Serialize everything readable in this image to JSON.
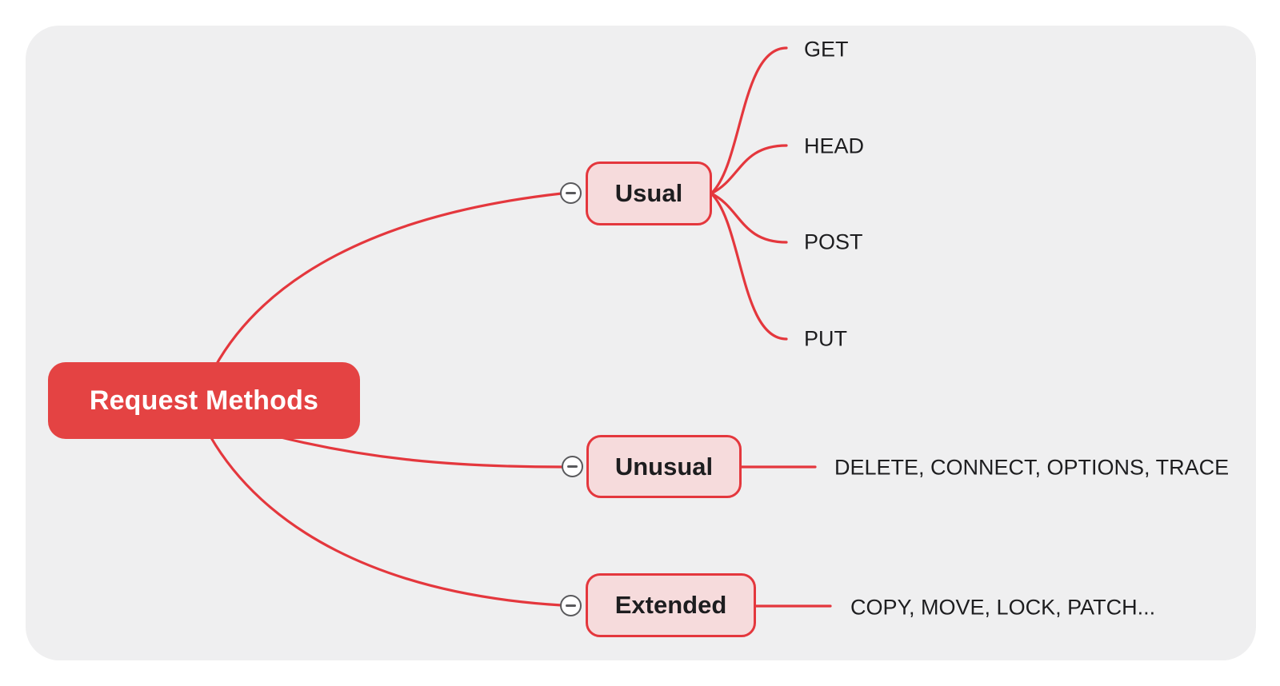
{
  "diagram": {
    "root": {
      "label": "Request Methods"
    },
    "branches": [
      {
        "label": "Usual",
        "children": [
          "GET",
          "HEAD",
          "POST",
          "PUT"
        ]
      },
      {
        "label": "Unusual",
        "children": [
          "DELETE, CONNECT, OPTIONS, TRACE"
        ]
      },
      {
        "label": "Extended",
        "children": [
          "COPY, MOVE, LOCK, PATCH..."
        ]
      }
    ],
    "collapse_glyph": "minus"
  },
  "colors": {
    "canvas_bg": "#efeff0",
    "edge_red": "#e4373d",
    "root_fill": "#e44343",
    "root_text": "#ffffff",
    "branch_fill": "#f6dbdc",
    "branch_border": "#e4373d",
    "node_text": "#1d1d1f",
    "collapse_ring": "#59595c"
  }
}
